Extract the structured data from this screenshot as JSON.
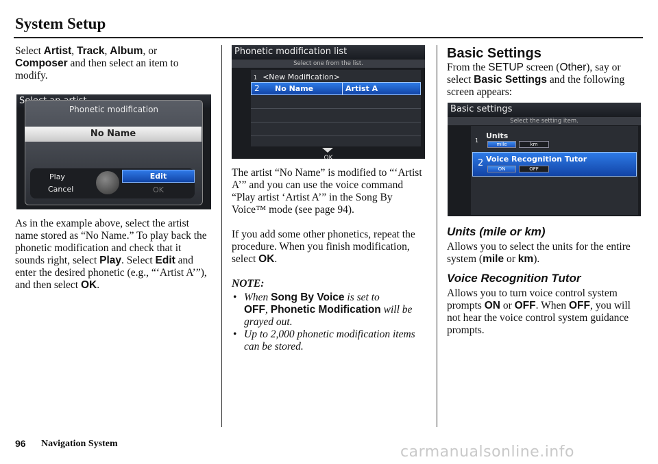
{
  "header": {
    "title": "System Setup"
  },
  "col1": {
    "p1": {
      "t1": "Select ",
      "artist": "Artist",
      "t2": ", ",
      "track": "Track",
      "t3": ", ",
      "album": "Album",
      "t4": ", or",
      "composer": "Composer",
      "t5": " and then select an item to modify."
    },
    "screen1": {
      "behind_title": "Select an artist",
      "dialog_title": "Phonetic modification",
      "name_value": "No Name",
      "play": "Play",
      "cancel": "Cancel",
      "edit": "Edit",
      "ok": "OK"
    },
    "p2": {
      "t1": "As in the example above, select the artist name stored as “No Name.” To play back the phonetic modification and check that it sounds right, select ",
      "play": "Play",
      "t2": ". Select ",
      "edit": "Edit",
      "t3": " and enter the desired phonetic (e.g., “‘Artist A’”), and then select ",
      "ok": "OK",
      "t4": "."
    }
  },
  "col2": {
    "screen2": {
      "title": "Phonetic modification list",
      "subtitle": "Select one from the list.",
      "row1_index": "1",
      "row1_text": "<New Modification>",
      "row2_index": "2",
      "row2_name": "No Name",
      "row2_artist": "Artist A",
      "ok": "OK"
    },
    "p1": "The artist “No Name” is modified to “‘Artist A’” and you can use the voice command “Play artist ‘Artist A’” in the Song By Voice™ mode (see page 94).",
    "p2": {
      "t1": "If you add some other phonetics, repeat the procedure. When you finish modification, select ",
      "ok": "OK",
      "t2": "."
    },
    "note": {
      "heading": "NOTE:",
      "item1": {
        "t1": "When ",
        "sbv": "Song By Voice",
        "t2": " is set to ",
        "off": "OFF",
        "t3": ", ",
        "pm": "Phonetic Modification",
        "t4": " will be grayed out."
      },
      "item2": "Up to 2,000 phonetic modification items can be stored."
    }
  },
  "col3": {
    "heading": "Basic Settings",
    "p1": {
      "t1": "From the ",
      "setup": "SETUP",
      "t2": " screen (",
      "other": "Other",
      "t3": "), say or select ",
      "bs": "Basic Settings",
      "t4": " and the following screen appears:"
    },
    "screen3": {
      "title": "Basic settings",
      "subtitle": "Select the setting item.",
      "idx1": "1",
      "units": "Units",
      "mile": "mile",
      "km": "km",
      "idx2": "2",
      "vrt": "Voice Recognition Tutor",
      "on": "ON",
      "off": "OFF"
    },
    "units_heading": "Units (mile or km)",
    "units_p": {
      "t1": "Allows you to select the units for the entire system (",
      "mile": "mile",
      "t2": " or ",
      "km": "km",
      "t3": ")."
    },
    "vrt_heading": "Voice Recognition Tutor",
    "vrt_p": {
      "t1": "Allows you to turn voice control system prompts ",
      "on": "ON",
      "t2": " or ",
      "off": "OFF",
      "t3": ". When ",
      "off2": "OFF",
      "t4": ", you will not hear the voice control system guidance prompts."
    }
  },
  "footer": {
    "page_number": "96",
    "text": "Navigation System"
  },
  "watermark": "carmanualsonline.info"
}
